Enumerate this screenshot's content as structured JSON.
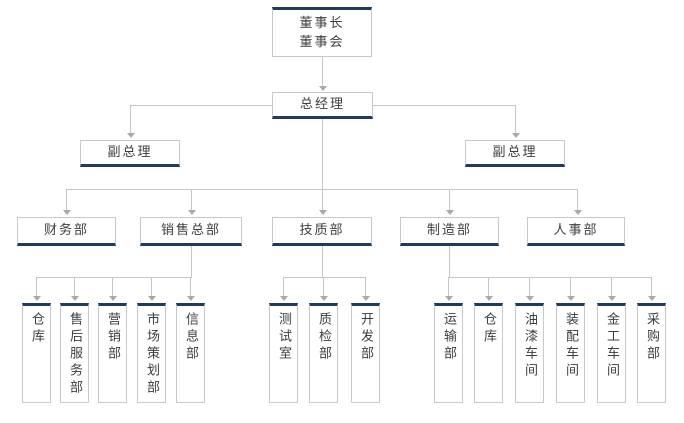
{
  "nodes": {
    "chairman": {
      "line1": "董事长",
      "line2": "董事会"
    },
    "general_manager": {
      "label": "总经理"
    },
    "deputy_manager_left": {
      "label": "副总理"
    },
    "deputy_manager_right": {
      "label": "副总理"
    },
    "finance_dept": {
      "label": "财务部"
    },
    "sales_hq": {
      "label": "销售总部"
    },
    "tech_quality_dept": {
      "label": "技质部"
    },
    "manufacturing_dept": {
      "label": "制造部"
    },
    "hr_dept": {
      "label": "人事部"
    },
    "warehouse_sales": {
      "label": "仓库"
    },
    "after_sales_service_dept": {
      "label": "售后服务部"
    },
    "marketing_dept": {
      "label": "营销部"
    },
    "market_planning_dept": {
      "label": "市场策划部"
    },
    "information_dept": {
      "label": "信息部"
    },
    "test_room": {
      "label": "测试室"
    },
    "quality_inspection_dept": {
      "label": "质检部"
    },
    "development_dept": {
      "label": "开发部"
    },
    "transport_dept": {
      "label": "运输部"
    },
    "warehouse_manufacturing": {
      "label": "仓库"
    },
    "paint_workshop": {
      "label": "油漆车间"
    },
    "assembly_workshop": {
      "label": "装配车间"
    },
    "metalwork_workshop": {
      "label": "金工车间"
    },
    "purchasing_dept": {
      "label": "采购部"
    }
  },
  "colors": {
    "accent_navy": "#1d3c5e",
    "connector_gray": "#c6c6c6",
    "arrow_gray": "#a9a9a9",
    "box_border_gray": "#c9c9c9",
    "text_gray": "#3d3d3d",
    "background": "#ffffff"
  }
}
